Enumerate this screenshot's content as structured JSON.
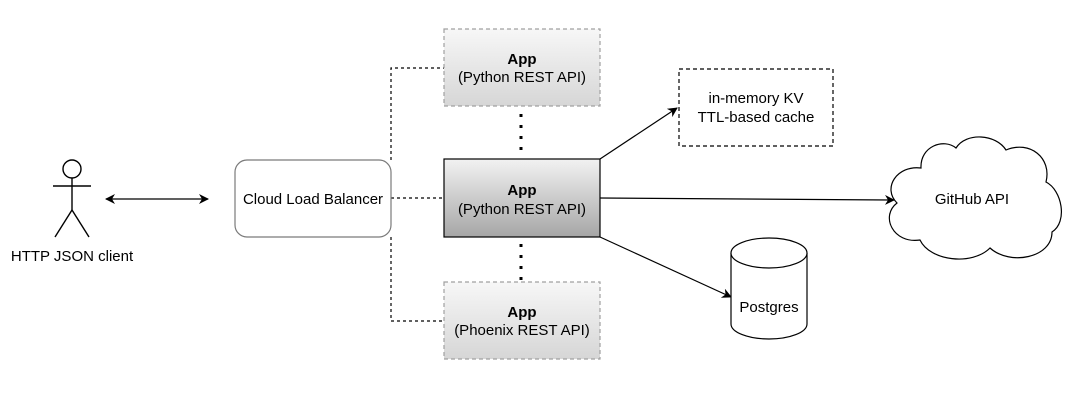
{
  "client": {
    "label": "HTTP JSON client"
  },
  "load_balancer": {
    "label": "Cloud Load Balancer"
  },
  "apps": [
    {
      "title": "App",
      "subtitle": "(Python REST API)"
    },
    {
      "title": "App",
      "subtitle": "(Python REST API)"
    },
    {
      "title": "App",
      "subtitle": "(Phoenix REST API)"
    }
  ],
  "cache": {
    "line1": "in-memory KV",
    "line2": "TTL-based cache"
  },
  "github": {
    "label": "GitHub API"
  },
  "database": {
    "label": "Postgres"
  },
  "colors": {
    "stroke": "#000000",
    "dashed_box_stroke": "#a0a0a0",
    "faded_app_fill_top": "#f7f7f7",
    "faded_app_fill_bottom": "#d6d6d6",
    "main_app_fill_top": "#f2f2f2",
    "main_app_fill_bottom": "#a6a6a6",
    "lb_stroke": "#7a7a7a"
  }
}
